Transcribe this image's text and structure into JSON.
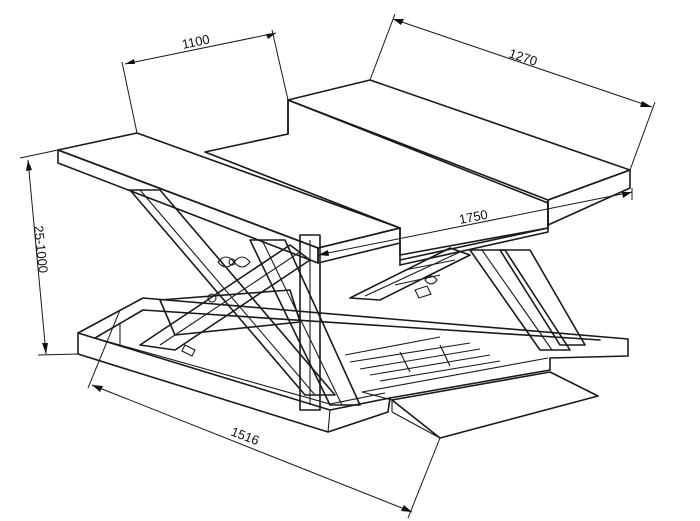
{
  "dimensions": {
    "top_width": "1100",
    "top_depth": "1270",
    "overall_length": "1750",
    "height_range": "25-1000",
    "base_length": "1516"
  }
}
